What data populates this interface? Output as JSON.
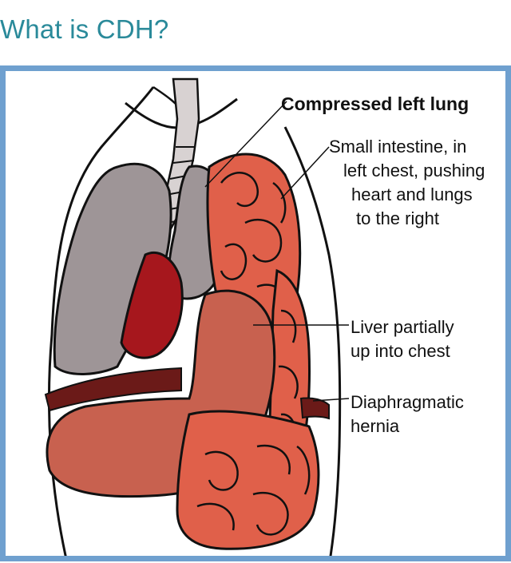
{
  "title": "What is CDH?",
  "colors": {
    "title": "#2a8a9a",
    "frame": "#6fa0cf",
    "lung": "#9e9597",
    "heart": "#a6171d",
    "liver": "#c8614f",
    "intestine": "#e0604a",
    "trachea": "#d8d2d2"
  },
  "labels": {
    "compressed_lung": "Compressed left lung",
    "small_intestine": [
      "Small intestine, in",
      "left chest, pushing",
      "heart and lungs",
      "to the right"
    ],
    "liver": [
      "Liver partially",
      "up into chest"
    ],
    "hernia": [
      "Diaphragmatic",
      "hernia"
    ]
  }
}
